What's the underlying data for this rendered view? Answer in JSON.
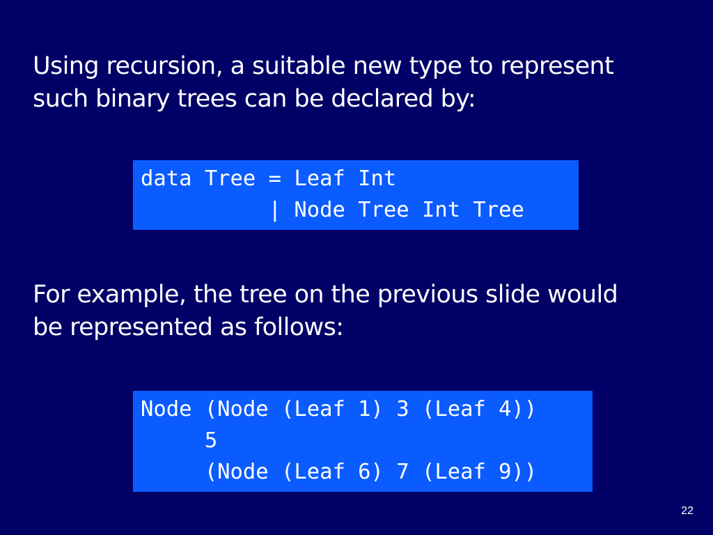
{
  "slide": {
    "paragraph1": {
      "lines": [
        "Using recursion, a suitable new type to represent",
        "such binary trees can be declared by:"
      ]
    },
    "code1": {
      "lines": [
        "data Tree = Leaf Int",
        "          | Node Tree Int Tree"
      ]
    },
    "paragraph2": {
      "lines": [
        "For example, the tree on the previous slide would",
        "be represented as follows:"
      ]
    },
    "code2": {
      "lines": [
        "Node (Node (Leaf 1) 3 (Leaf 4))",
        "     5",
        "     (Node (Leaf 6) 7 (Leaf 9))"
      ]
    },
    "page_number": "22"
  },
  "colors": {
    "background": "#000066",
    "code_box": "#0b5cff",
    "text": "#ffffff"
  }
}
